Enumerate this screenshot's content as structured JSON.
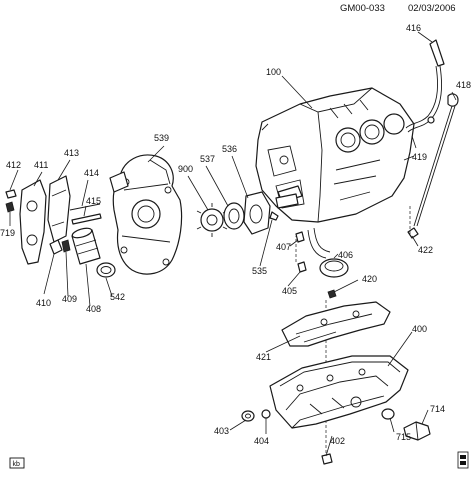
{
  "header": {
    "code": "GM00-033",
    "date": "02/03/2006"
  },
  "labels": [
    "416",
    "418",
    "100",
    "419",
    "422",
    "539",
    "536",
    "537",
    "900",
    "412",
    "411",
    "413",
    "414",
    "415",
    "719",
    "410",
    "409",
    "408",
    "542",
    "535",
    "407",
    "406",
    "405",
    "420",
    "421",
    "400",
    "403",
    "404",
    "402",
    "714",
    "715"
  ],
  "badge": "kb"
}
